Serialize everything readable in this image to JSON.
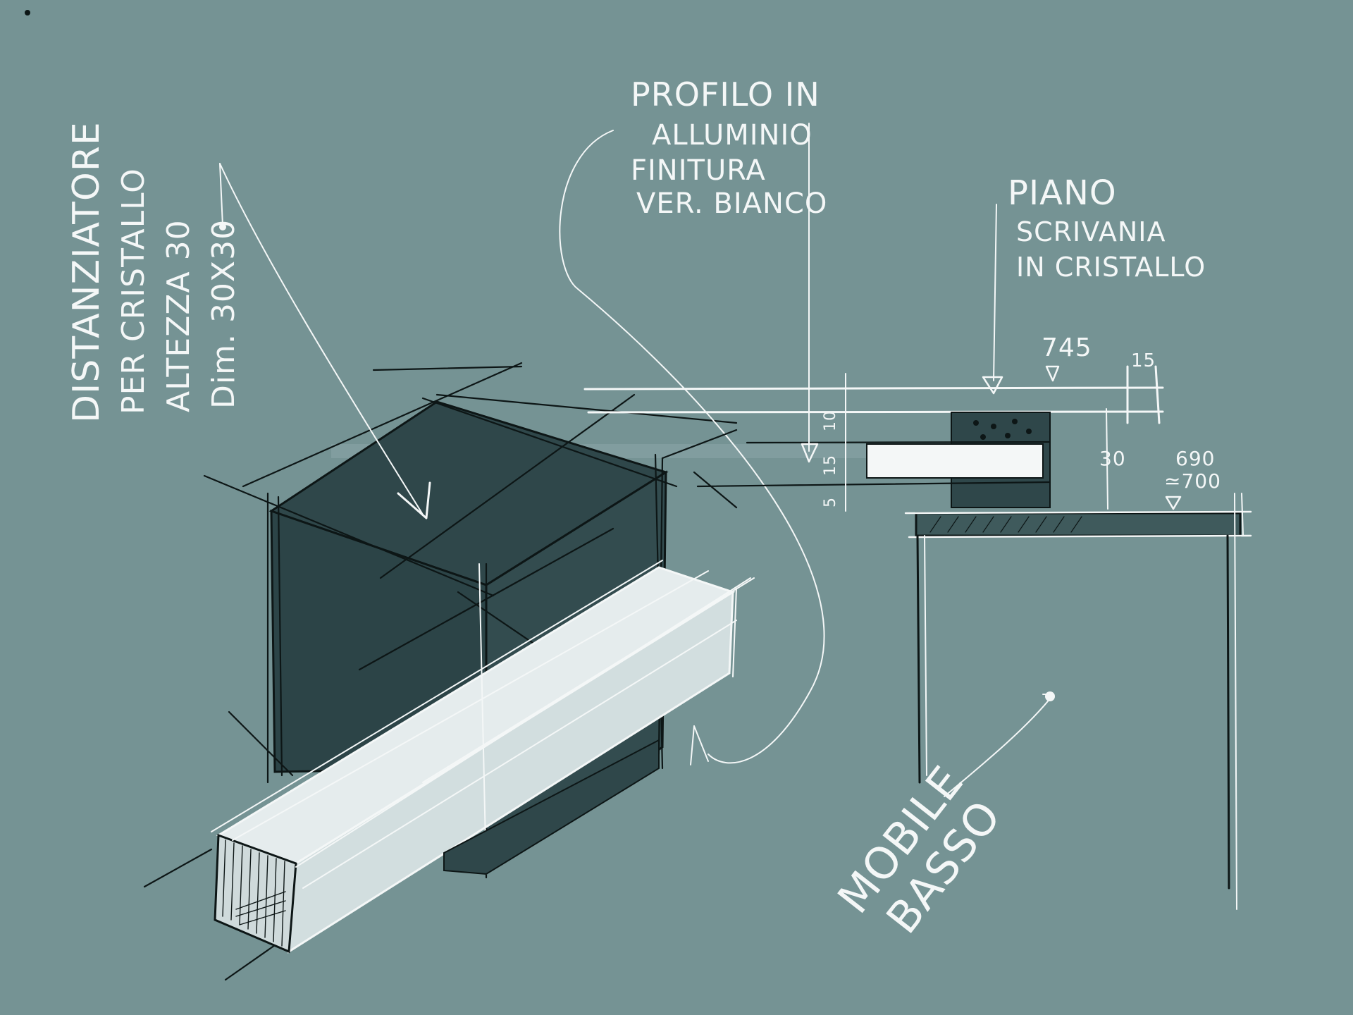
{
  "colors": {
    "background": "#759394",
    "dark_box": "#2f474a",
    "dark_box_side": "#334c4f",
    "glass": "#dde6e7",
    "ink_white": "#f4f7f7",
    "ink_black": "#0d1616"
  },
  "labels": {
    "distanziatore": [
      "DISTANZIATORE",
      "PER CRISTALLO",
      "ALTEZZA 30",
      "Dim. 30X30"
    ],
    "profilo": [
      "PROFILO IN",
      "ALLUMINIO",
      "FINITURA",
      "VER. BIANCO"
    ],
    "piano": [
      "PIANO",
      "SCRIVANIA",
      "IN CRISTALLO"
    ],
    "mobile": [
      "MOBILE",
      "BASSO"
    ]
  },
  "dimensions": {
    "d745": "745",
    "d15_top": "15",
    "d10": "10",
    "d15_mid": "15",
    "d5": "5",
    "d30": "30",
    "d690": "690",
    "d700": "≃700"
  }
}
